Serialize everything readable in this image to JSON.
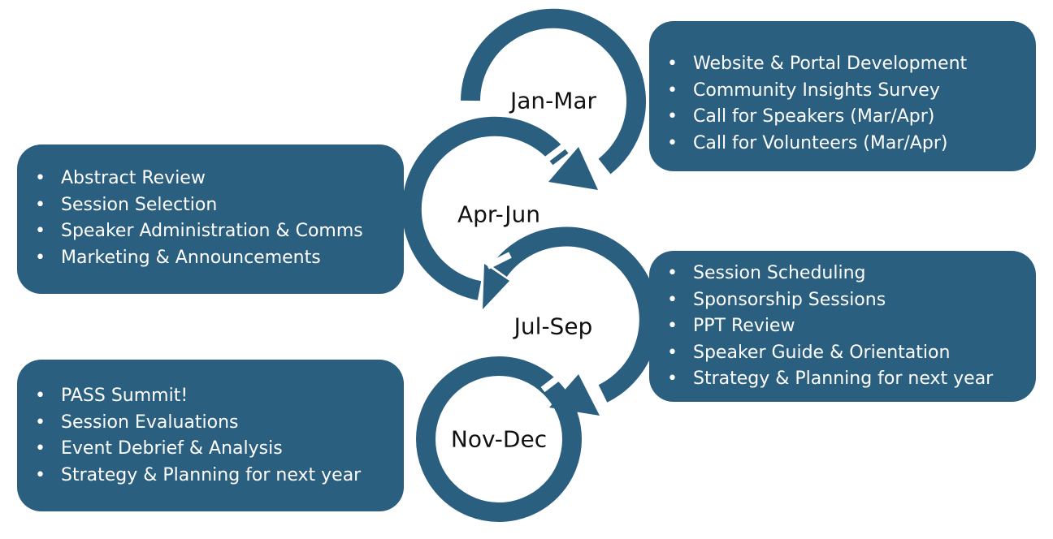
{
  "phases": [
    {
      "label": "Jan-Mar",
      "items": [
        "Website & Portal Development",
        "Community Insights Survey",
        "Call for Speakers (Mar/Apr)",
        "Call for Volunteers (Mar/Apr)"
      ]
    },
    {
      "label": "Apr-Jun",
      "items": [
        "Abstract Review",
        "Session Selection",
        "Speaker Administration  & Comms",
        "Marketing & Announcements"
      ]
    },
    {
      "label": "Jul-Sep",
      "items": [
        "Session Scheduling",
        "Sponsorship Sessions",
        "PPT Review",
        "Speaker Guide & Orientation",
        "Strategy & Planning for next year"
      ]
    },
    {
      "label": "Nov-Dec",
      "items": [
        "PASS Summit!",
        "Session Evaluations",
        "Event Debrief & Analysis",
        "Strategy & Planning for next year"
      ]
    }
  ],
  "colors": {
    "box_fill": "#2b5f80",
    "arrow_fill": "#2b5f80",
    "box_text": "#ffffff",
    "label_text": "#111111"
  }
}
